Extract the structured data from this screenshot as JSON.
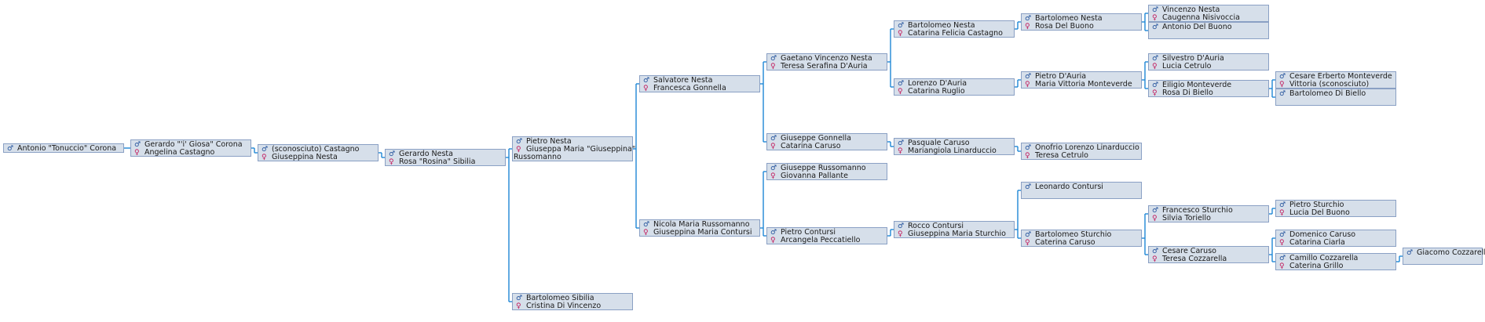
{
  "symbols": {
    "male": "♂",
    "female": "♀"
  },
  "colors": {
    "box_bg": "#d6dfea",
    "box_border": "#8aa0c4",
    "line": "#1f87d6",
    "male": "#1f4f9a",
    "female": "#c2185b"
  },
  "nodes": [
    {
      "id": "antonio-corona",
      "people": [
        {
          "sex": "male",
          "name": "Antonio \"Tonuccio\" Corona"
        }
      ]
    },
    {
      "id": "gerardo-corona",
      "people": [
        {
          "sex": "male",
          "name": "Gerardo \"'i' Giosa\" Corona"
        },
        {
          "sex": "female",
          "name": "Angelina Castagno"
        }
      ]
    },
    {
      "id": "castagno",
      "people": [
        {
          "sex": "male",
          "name": "(sconosciuto) Castagno"
        },
        {
          "sex": "female",
          "name": "Giuseppina Nesta"
        }
      ]
    },
    {
      "id": "gerardo-nesta",
      "people": [
        {
          "sex": "male",
          "name": "Gerardo Nesta"
        },
        {
          "sex": "female",
          "name": "Rosa \"Rosina\" Sibilia"
        }
      ]
    },
    {
      "id": "pietro-nesta",
      "people": [
        {
          "sex": "male",
          "name": "Pietro Nesta"
        },
        {
          "sex": "female",
          "name": "Giuseppa Maria \"Giuseppina\""
        }
      ],
      "extra": "Russomanno"
    },
    {
      "id": "bartolomeo-sibilia",
      "people": [
        {
          "sex": "male",
          "name": "Bartolomeo Sibilia"
        },
        {
          "sex": "female",
          "name": "Cristina Di Vincenzo"
        }
      ]
    },
    {
      "id": "salvatore-nesta",
      "people": [
        {
          "sex": "male",
          "name": "Salvatore Nesta"
        },
        {
          "sex": "female",
          "name": "Francesca Gonnella"
        }
      ]
    },
    {
      "id": "nicola-russomanno",
      "people": [
        {
          "sex": "male",
          "name": "Nicola Maria Russomanno"
        },
        {
          "sex": "female",
          "name": "Giuseppina Maria Contursi"
        }
      ]
    },
    {
      "id": "gaetano-nesta",
      "people": [
        {
          "sex": "male",
          "name": "Gaetano Vincenzo Nesta"
        },
        {
          "sex": "female",
          "name": "Teresa Serafina D'Auria"
        }
      ]
    },
    {
      "id": "giuseppe-gonnella",
      "people": [
        {
          "sex": "male",
          "name": "Giuseppe Gonnella"
        },
        {
          "sex": "female",
          "name": "Catarina Caruso"
        }
      ]
    },
    {
      "id": "giuseppe-russomanno",
      "people": [
        {
          "sex": "male",
          "name": "Giuseppe Russomanno"
        },
        {
          "sex": "female",
          "name": "Giovanna Pallante"
        }
      ]
    },
    {
      "id": "pietro-contursi",
      "people": [
        {
          "sex": "male",
          "name": "Pietro Contursi"
        },
        {
          "sex": "female",
          "name": "Arcangela Peccatiello"
        }
      ]
    },
    {
      "id": "bartolomeo-nesta-1",
      "people": [
        {
          "sex": "male",
          "name": "Bartolomeo Nesta"
        },
        {
          "sex": "female",
          "name": "Catarina Felicia Castagno"
        }
      ]
    },
    {
      "id": "lorenzo-dauria",
      "people": [
        {
          "sex": "male",
          "name": "Lorenzo D'Auria"
        },
        {
          "sex": "female",
          "name": "Catarina Ruglio"
        }
      ]
    },
    {
      "id": "pasquale-caruso",
      "people": [
        {
          "sex": "male",
          "name": "Pasquale Caruso"
        },
        {
          "sex": "female",
          "name": "Mariangiola Linarduccio"
        }
      ]
    },
    {
      "id": "rocco-contursi",
      "people": [
        {
          "sex": "male",
          "name": "Rocco Contursi"
        },
        {
          "sex": "female",
          "name": "Giuseppina Maria Sturchio"
        }
      ]
    },
    {
      "id": "bartolomeo-nesta-2",
      "people": [
        {
          "sex": "male",
          "name": "Bartolomeo Nesta"
        },
        {
          "sex": "female",
          "name": "Rosa Del Buono"
        }
      ]
    },
    {
      "id": "pietro-dauria",
      "people": [
        {
          "sex": "male",
          "name": "Pietro D'Auria"
        },
        {
          "sex": "female",
          "name": "Maria Vittoria Monteverde"
        }
      ]
    },
    {
      "id": "onofrio-linarduccio",
      "people": [
        {
          "sex": "male",
          "name": "Onofrio Lorenzo Linarduccio"
        },
        {
          "sex": "female",
          "name": "Teresa Cetrulo"
        }
      ]
    },
    {
      "id": "leonardo-contursi",
      "people": [
        {
          "sex": "male",
          "name": "Leonardo Contursi"
        }
      ]
    },
    {
      "id": "bartolomeo-sturchio",
      "people": [
        {
          "sex": "male",
          "name": "Bartolomeo Sturchio"
        },
        {
          "sex": "female",
          "name": "Caterina Caruso"
        }
      ]
    },
    {
      "id": "vincenzo-nesta",
      "people": [
        {
          "sex": "male",
          "name": "Vincenzo Nesta"
        },
        {
          "sex": "female",
          "name": "Caugenna Nisivoccia"
        }
      ]
    },
    {
      "id": "antonio-del-buono",
      "people": [
        {
          "sex": "male",
          "name": "Antonio Del Buono"
        }
      ]
    },
    {
      "id": "silvestro-dauria",
      "people": [
        {
          "sex": "male",
          "name": "Silvestro D'Auria"
        },
        {
          "sex": "female",
          "name": "Lucia Cetrulo"
        }
      ]
    },
    {
      "id": "eiligio-monteverde",
      "people": [
        {
          "sex": "male",
          "name": "Eiligio Monteverde"
        },
        {
          "sex": "female",
          "name": "Rosa Di Biello"
        }
      ]
    },
    {
      "id": "francesco-sturchio",
      "people": [
        {
          "sex": "male",
          "name": "Francesco Sturchio"
        },
        {
          "sex": "female",
          "name": "Silvia Toriello"
        }
      ]
    },
    {
      "id": "cesare-caruso",
      "people": [
        {
          "sex": "male",
          "name": "Cesare Caruso"
        },
        {
          "sex": "female",
          "name": "Teresa Cozzarella"
        }
      ]
    },
    {
      "id": "cesare-monteverde",
      "people": [
        {
          "sex": "male",
          "name": "Cesare Erberto Monteverde"
        },
        {
          "sex": "female",
          "name": "Vittoria (sconosciuto)"
        }
      ]
    },
    {
      "id": "bartolomeo-di-biello",
      "people": [
        {
          "sex": "male",
          "name": "Bartolomeo Di Biello"
        }
      ]
    },
    {
      "id": "pietro-sturchio",
      "people": [
        {
          "sex": "male",
          "name": "Pietro Sturchio"
        },
        {
          "sex": "female",
          "name": "Lucia Del Buono"
        }
      ]
    },
    {
      "id": "domenico-caruso",
      "people": [
        {
          "sex": "male",
          "name": "Domenico Caruso"
        },
        {
          "sex": "female",
          "name": "Catarina Ciarla"
        }
      ]
    },
    {
      "id": "camillo-cozzarella",
      "people": [
        {
          "sex": "male",
          "name": "Camillo Cozzarella"
        },
        {
          "sex": "female",
          "name": "Caterina Grillo"
        }
      ]
    },
    {
      "id": "giacomo-cozzarella",
      "people": [
        {
          "sex": "male",
          "name": "Giacomo Cozzarella"
        }
      ]
    }
  ],
  "links": [
    {
      "from": "antonio-corona",
      "to": [
        "gerardo-corona"
      ]
    },
    {
      "from": "gerardo-corona",
      "to": [
        "castagno"
      ]
    },
    {
      "from": "castagno",
      "to": [
        "gerardo-nesta"
      ]
    },
    {
      "from": "gerardo-nesta",
      "to": [
        "pietro-nesta",
        "bartolomeo-sibilia"
      ]
    },
    {
      "from": "pietro-nesta",
      "to": [
        "salvatore-nesta",
        "nicola-russomanno"
      ]
    },
    {
      "from": "salvatore-nesta",
      "to": [
        "gaetano-nesta",
        "giuseppe-gonnella"
      ]
    },
    {
      "from": "nicola-russomanno",
      "to": [
        "giuseppe-russomanno",
        "pietro-contursi"
      ]
    },
    {
      "from": "gaetano-nesta",
      "to": [
        "bartolomeo-nesta-1",
        "lorenzo-dauria"
      ]
    },
    {
      "from": "giuseppe-gonnella",
      "to": [
        "pasquale-caruso"
      ]
    },
    {
      "from": "pietro-contursi",
      "to": [
        "rocco-contursi"
      ]
    },
    {
      "from": "bartolomeo-nesta-1",
      "to": [
        "bartolomeo-nesta-2"
      ]
    },
    {
      "from": "lorenzo-dauria",
      "to": [
        "pietro-dauria"
      ]
    },
    {
      "from": "pasquale-caruso",
      "to": [
        "onofrio-linarduccio"
      ]
    },
    {
      "from": "rocco-contursi",
      "to": [
        "leonardo-contursi",
        "bartolomeo-sturchio"
      ]
    },
    {
      "from": "bartolomeo-nesta-2",
      "to": [
        "vincenzo-nesta",
        "antonio-del-buono"
      ]
    },
    {
      "from": "pietro-dauria",
      "to": [
        "silvestro-dauria",
        "eiligio-monteverde"
      ]
    },
    {
      "from": "bartolomeo-sturchio",
      "to": [
        "francesco-sturchio",
        "cesare-caruso"
      ]
    },
    {
      "from": "eiligio-monteverde",
      "to": [
        "cesare-monteverde",
        "bartolomeo-di-biello"
      ]
    },
    {
      "from": "francesco-sturchio",
      "to": [
        "pietro-sturchio"
      ]
    },
    {
      "from": "cesare-caruso",
      "to": [
        "domenico-caruso",
        "camillo-cozzarella"
      ]
    },
    {
      "from": "camillo-cozzarella",
      "to": [
        "giacomo-cozzarella"
      ]
    }
  ]
}
